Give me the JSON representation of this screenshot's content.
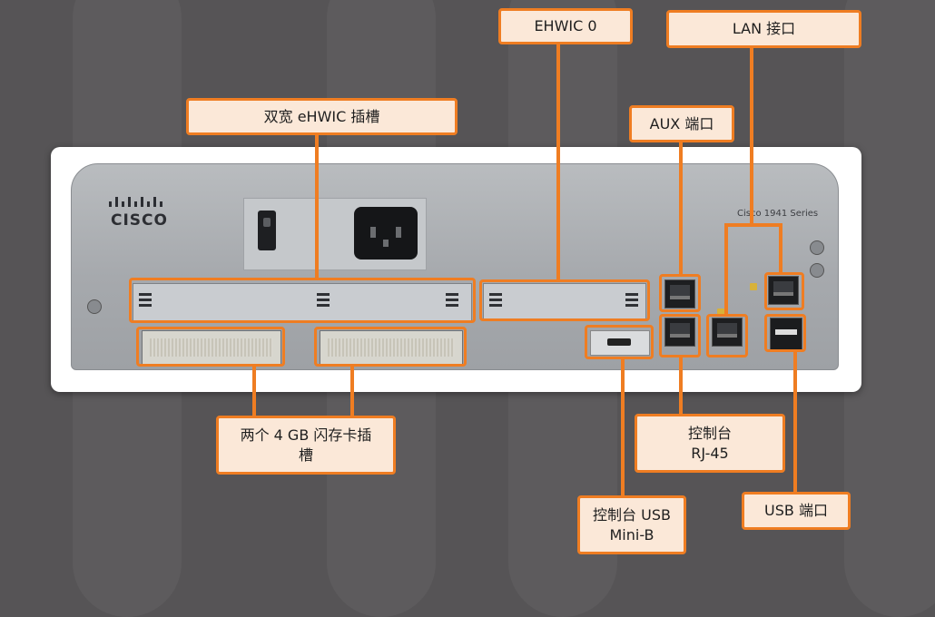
{
  "diagram": {
    "device": {
      "logo_text": "CISCO",
      "series_label": "Cisco 1941 Series"
    },
    "callouts": {
      "ehwic0": "EHWIC 0",
      "lan_ports": "LAN 接口",
      "double_wide_slot": "双宽 eHWIC 插槽",
      "aux_port": "AUX 端口",
      "flash_slots_line1": "两个 4 GB 闪存卡插",
      "flash_slots_line2": "槽",
      "console_rj45_line1": "控制台",
      "console_rj45_line2": "RJ-45",
      "console_usb_line1": "控制台 USB",
      "console_usb_line2": "Mini-B",
      "usb_port": "USB 端口"
    },
    "colors": {
      "accent": "#ef7d22",
      "callout_fill": "#fbe8d8",
      "background": "#565456"
    }
  }
}
